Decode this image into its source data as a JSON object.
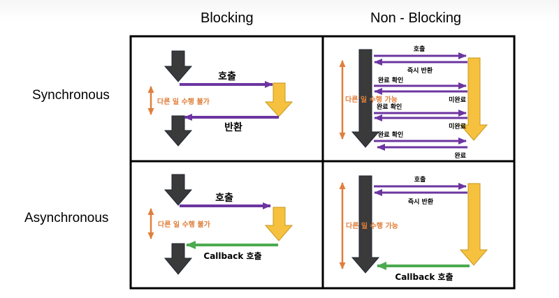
{
  "headers": {
    "col_blocking": "Blocking",
    "col_non_blocking": "Non - Blocking",
    "row_synchronous": "Synchronous",
    "row_asynchronous": "Asynchronous"
  },
  "cells": {
    "sync_blocking": {
      "call": "호출",
      "return": "반환",
      "wait": "다른 일 수행 불가"
    },
    "sync_non_blocking": {
      "call": "호출",
      "immediate_return": "즉시 반환",
      "check1": "완료 확인",
      "incomplete1": "미완료",
      "check2": "완료 확인",
      "incomplete2": "미완료",
      "check3": "완료 확인",
      "complete": "완료",
      "work": "다른 일 수행 가능"
    },
    "async_blocking": {
      "call": "호출",
      "wait": "다른 일 수행 불가",
      "callback": "Callback 호출"
    },
    "async_non_blocking": {
      "call": "호출",
      "immediate_return": "즉시 반환",
      "work": "다른 일 수행 가능",
      "callback": "Callback 호출"
    }
  },
  "colors": {
    "caller_arrow": "#3a3a3a",
    "callee_arrow": "#f5c13f",
    "message_arrow": "#6c35a0",
    "callback_arrow": "#4caa50",
    "range_arrow": "#e07f3b",
    "range_text": "#e07f3b",
    "grid_border": "#000000"
  }
}
